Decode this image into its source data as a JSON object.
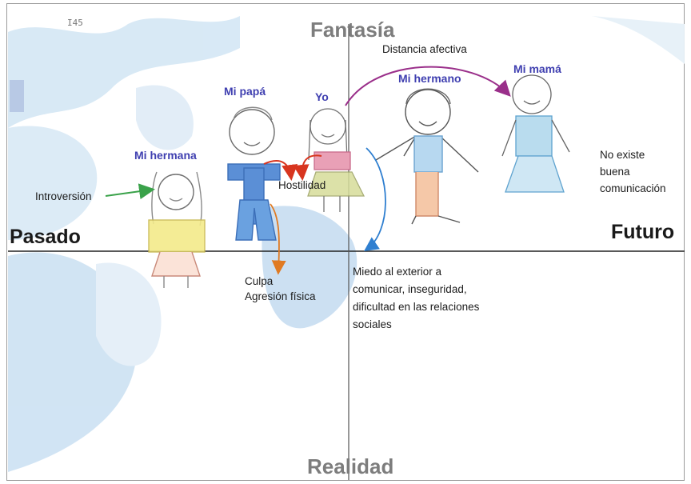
{
  "axes": {
    "top": "Fantasía",
    "bottom": "Realidad",
    "left": "Pasado",
    "right": "Futuro"
  },
  "corner_code": "I45",
  "figures": {
    "sister": "Mi hermana",
    "father": "Mi papá",
    "self": "Yo",
    "brother": "Mi hermano",
    "mother": "Mi mamá"
  },
  "annotations": {
    "introversion": "Introversión",
    "hostility": "Hostilidad",
    "affective_distance": "Distancia afectiva",
    "guilt": "Culpa",
    "physical_aggression": "Agresión física",
    "fear_line1": "Miedo al exterior a",
    "fear_line2": "comunicar, inseguridad,",
    "fear_line3": "dificultad en las relaciones",
    "fear_line4": "sociales",
    "no_comm_line1": "No existe",
    "no_comm_line2": "buena",
    "no_comm_line3": "comunicación"
  },
  "colors": {
    "person_label": "#3f3fb0",
    "arrow_green": "#3aa24a",
    "arrow_red": "#d8351f",
    "arrow_orange": "#e07a22",
    "arrow_blue": "#2f7fd0",
    "arrow_purple": "#9a2f8a",
    "sky_blue": "#cfe3f3"
  }
}
